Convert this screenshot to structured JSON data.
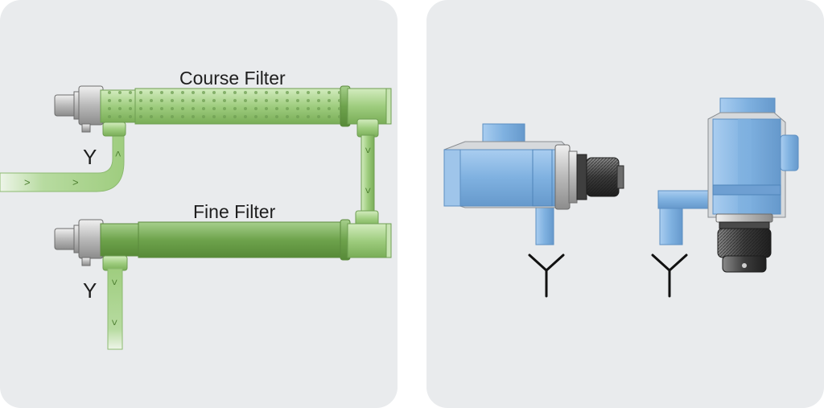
{
  "left_panel": {
    "coarse_filter_label": "Course Filter",
    "fine_filter_label": "Fine Filter",
    "symbol_top": "Y",
    "symbol_bottom": "Y"
  },
  "right_panel": {
    "symbol_left": "Y",
    "symbol_right": "Y"
  },
  "colors": {
    "background": "#e9ebed",
    "filter_green": "#a9d38d",
    "flow_green": "#7fbb5e",
    "valve_blue": "#87b8e3",
    "metal_gray": "#bdbdbd",
    "connector_dark": "#3a3a3a"
  }
}
